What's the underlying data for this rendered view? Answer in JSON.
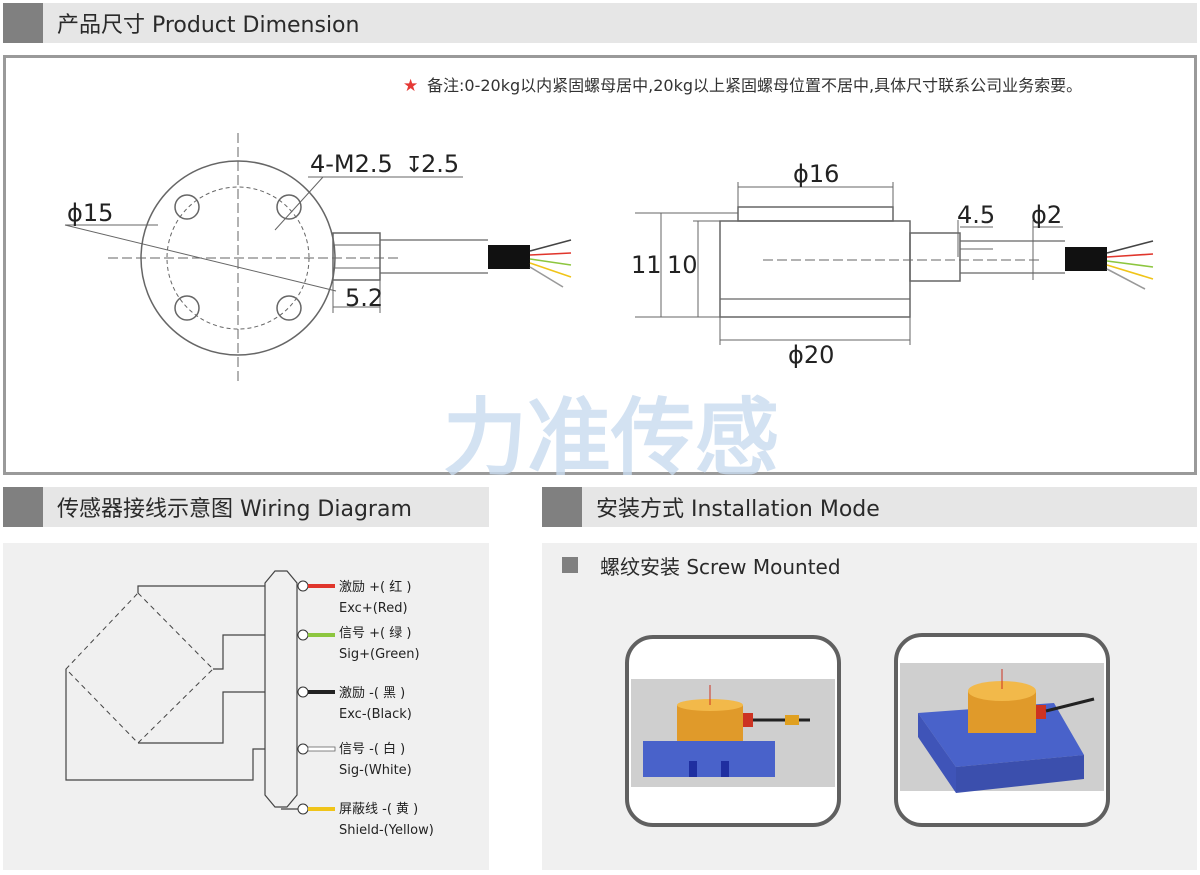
{
  "sections": {
    "product_dimension": "产品尺寸 Product Dimension",
    "wiring_diagram": "传感器接线示意图  Wiring Diagram",
    "installation_mode": "安装方式 Installation Mode"
  },
  "dimension": {
    "note_star": "★",
    "note": "备注:0-20kg以内紧固螺母居中,20kg以上紧固螺母位置不居中,具体尺寸联系公司业务索要。",
    "front_view": {
      "diameter": "ϕ15",
      "thread": "4-M2.5",
      "thread_depth_symbol": "↧",
      "thread_depth": "2.5",
      "nut_length": "5.2"
    },
    "side_view": {
      "top_diameter": "ϕ16",
      "bottom_diameter": "ϕ20",
      "height_total": "11",
      "height_body": "10",
      "nut_offset": "4.5",
      "cable_diameter": "ϕ2"
    },
    "watermark": "力准传感"
  },
  "wiring": {
    "colors": {
      "red": "#e0362c",
      "green": "#8dc63f",
      "black": "#222222",
      "white": "#ffffff",
      "yellow": "#f0c419"
    },
    "wires": [
      {
        "cn": "激励 +( 红 )",
        "en": "Exc+(Red)"
      },
      {
        "cn": "信号 +( 绿 )",
        "en": "Sig+(Green)"
      },
      {
        "cn": "激励 -( 黑 )",
        "en": "Exc-(Black)"
      },
      {
        "cn": "信号 -( 白 )",
        "en": "Sig-(White)"
      },
      {
        "cn": "屏蔽线 -( 黄 )",
        "en": "Shield-(Yellow)"
      }
    ]
  },
  "installation": {
    "method": "螺纹安装 Screw Mounted"
  }
}
